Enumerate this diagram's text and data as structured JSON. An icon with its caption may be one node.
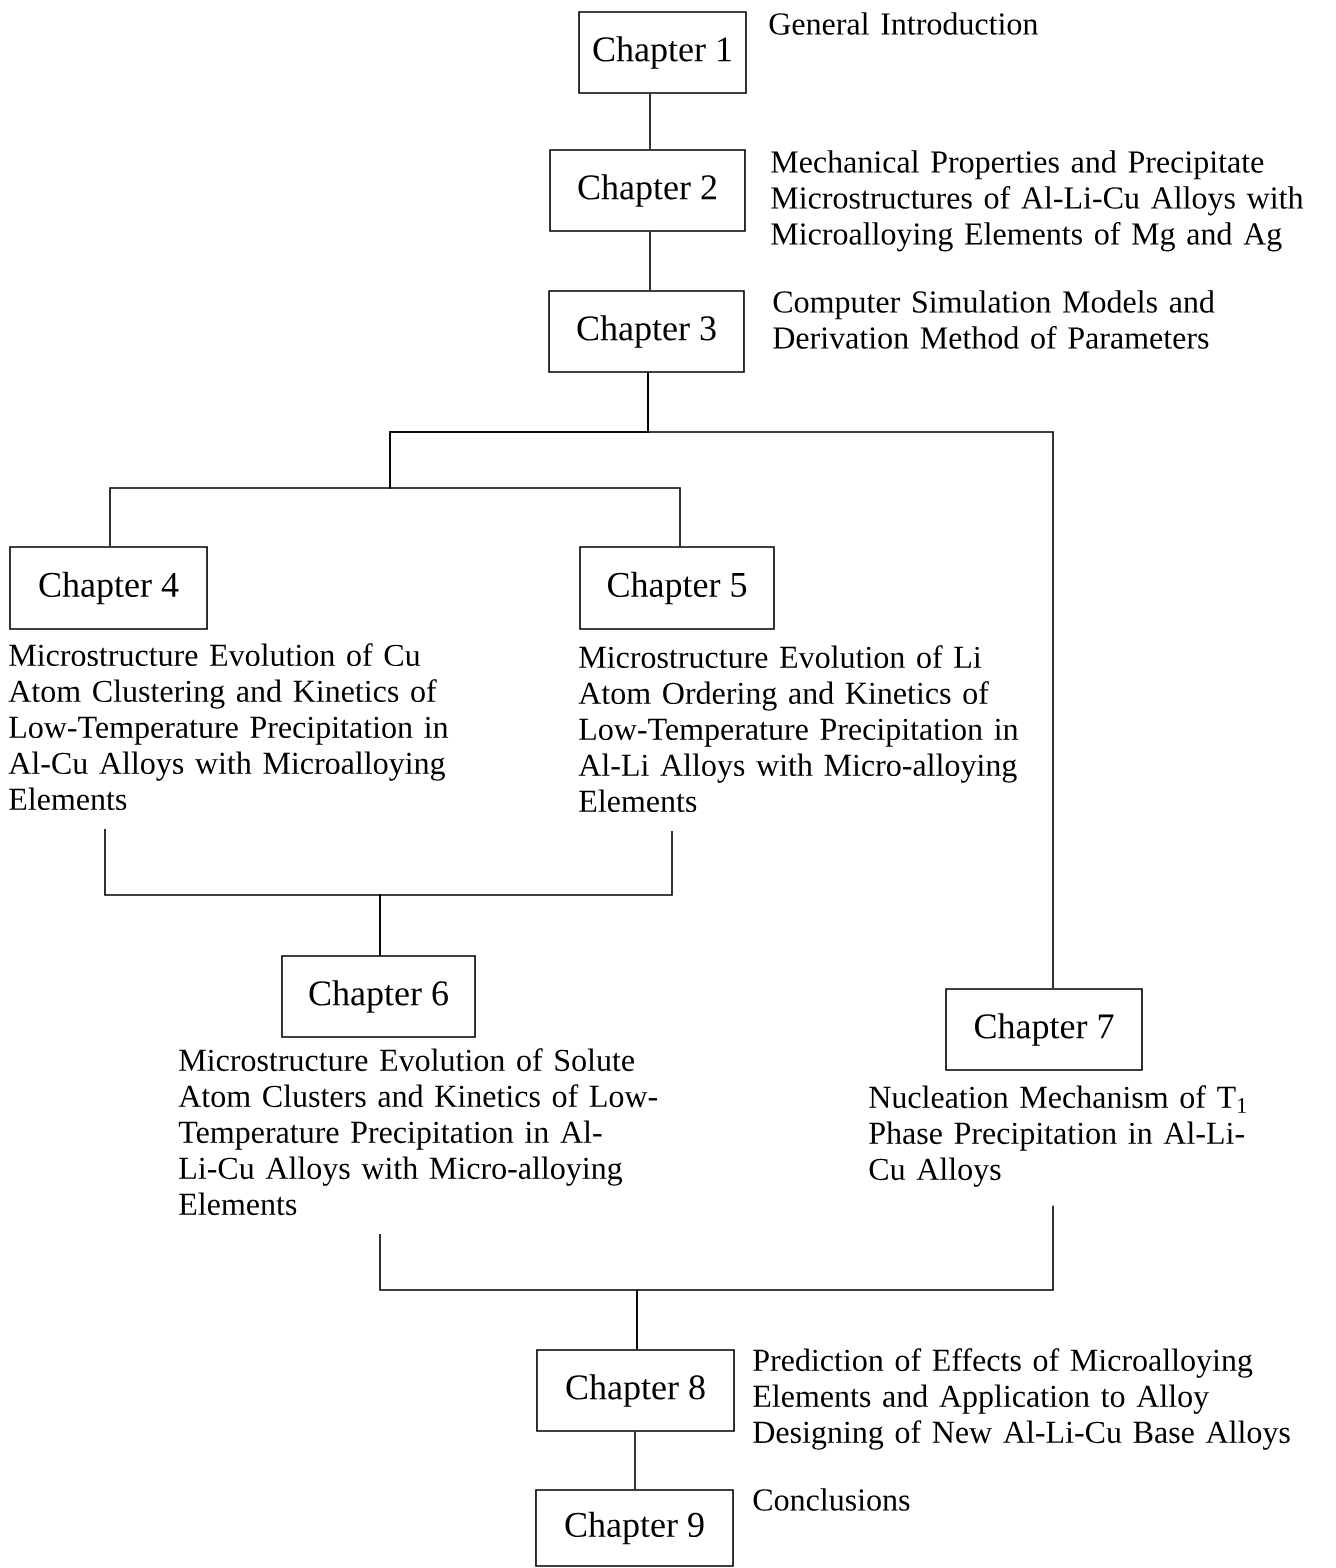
{
  "diagram": {
    "nodes": [
      {
        "text": [
          "Chapter 1"
        ],
        "beside": [
          "General Introduction"
        ]
      },
      {
        "text": [
          "Chapter 2"
        ],
        "beside": [
          "Mechanical Properties and Precipitate Microstructures of Al-Li-Cu Alloys with Microalloying Elements of Mg and Ag"
        ]
      },
      {
        "text": [
          "Chapter 3"
        ],
        "beside": [
          "Computer Simulation Models and Derivation Method of Parameters"
        ]
      },
      {
        "text": [
          "Chapter 4"
        ],
        "beside": [
          "Microstructure Evolution of Cu Atom Clustering and Kinetics of Low-Temperature Precipitation in Al-Cu Alloys with Microalloying Elements"
        ]
      },
      {
        "text": [
          "Chapter 5"
        ],
        "beside": [
          "Microstructure Evolution of Li Atom Ordering and Kinetics of Low-Temperature Precipitation in Al-Li Alloys with Micro-alloying Elements"
        ]
      },
      {
        "text": [
          "Chapter 6"
        ],
        "beside": [
          "Microstructure Evolution of Solute Atom Clusters and Kinetics of Low-Temperature Precipitation in Al-Li-Cu Alloys with Micro-alloying Elements"
        ]
      },
      {
        "text": [
          "Chapter 7"
        ],
        "beside": [
          "Nucleation Mechanism of T$_{1}$ Phase Precipitation in Al-Li-Cu Alloys"
        ]
      },
      {
        "text": [
          "Chapter 8"
        ],
        "beside": [
          "Prediction of Effects of Microalloying Elements and Application to Alloy Designing of New Al-Li-Cu Base Alloys"
        ]
      },
      {
        "text": [
          "Chapter 9"
        ],
        "beside": [
          "Conclusions"
        ]
      }
    ],
    "edges": [
      {
        "from": 0,
        "to": 1,
        "arrow": "none"
      },
      {
        "from": 1,
        "to": 2,
        "arrow": "none"
      },
      {
        "from": 2,
        "to": 3,
        "arrow": "none"
      },
      {
        "from": 2,
        "to": 4,
        "arrow": "none"
      },
      {
        "from": 2,
        "to": 6,
        "arrow": "none"
      },
      {
        "from": 3,
        "to": 5,
        "arrow": "none"
      },
      {
        "from": 4,
        "to": 5,
        "arrow": "none"
      },
      {
        "from": 5,
        "to": 7,
        "arrow": "none"
      },
      {
        "from": 6,
        "to": 7,
        "arrow": "none"
      },
      {
        "from": 7,
        "to": 8,
        "arrow": "none"
      }
    ]
  }
}
